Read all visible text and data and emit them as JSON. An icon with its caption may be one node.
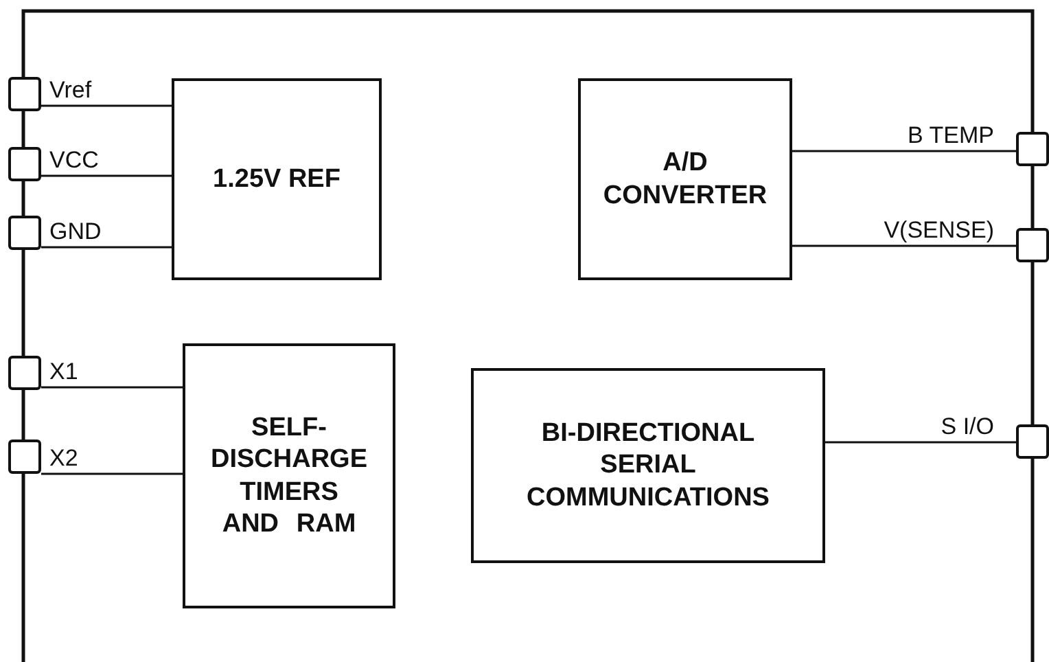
{
  "diagram": {
    "nodes": [
      {
        "text": [],
        "shape": "box",
        "beside": [
          "Vref"
        ]
      },
      {
        "text": [],
        "shape": "box",
        "beside": [
          "VCC"
        ]
      },
      {
        "text": [],
        "shape": "box",
        "beside": [
          "GND"
        ]
      },
      {
        "text": [
          "1.25V REF"
        ]
      },
      {
        "text": [
          "A/D CONVERTER"
        ]
      },
      {
        "text": [],
        "shape": "box",
        "beside": [
          "B TEMP"
        ]
      },
      {
        "text": [],
        "shape": "box",
        "beside": [
          "V(SENSE)"
        ]
      },
      {
        "text": [],
        "shape": "box",
        "beside": [
          "X1"
        ]
      },
      {
        "text": [],
        "shape": "box",
        "beside": [
          "X2"
        ]
      },
      {
        "text": [
          "SELF-DISCHARGE TIMERS AND RAM"
        ]
      },
      {
        "text": [
          "BI-DIRECTIONAL SERIAL COMMUNICATIONS"
        ]
      },
      {
        "text": [],
        "shape": "box",
        "beside": [
          "S I/O"
        ]
      }
    ],
    "edges": [
      {
        "from": 0,
        "to": 3,
        "arrow": "none"
      },
      {
        "from": 1,
        "to": 3,
        "arrow": "none"
      },
      {
        "from": 2,
        "to": 3,
        "arrow": "none"
      },
      {
        "from": 5,
        "to": 4,
        "arrow": "none"
      },
      {
        "from": 6,
        "to": 4,
        "arrow": "none"
      },
      {
        "from": 7,
        "to": 9,
        "arrow": "none"
      },
      {
        "from": 8,
        "to": 9,
        "arrow": "none"
      },
      {
        "from": 11,
        "to": 10,
        "arrow": "none"
      }
    ]
  }
}
